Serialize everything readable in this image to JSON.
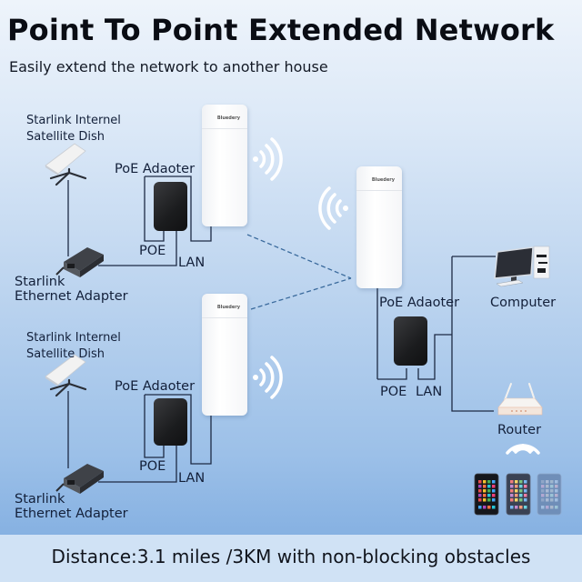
{
  "header": {
    "title": "Point To Point Extended Network",
    "subtitle": "Easily extend the network to another house"
  },
  "left_top": {
    "dish_label_line1": "Starlink Internel",
    "dish_label_line2": "Satellite Dish",
    "poe_adapter_label": "PoE Adaoter",
    "poe_port": "POE",
    "lan_port": "LAN",
    "ethernet_adapter_line1": "Starlink",
    "ethernet_adapter_line2": "Ethernet Adapter",
    "cpe_brand": "Bluedery"
  },
  "left_bottom": {
    "dish_label_line1": "Starlink Internel",
    "dish_label_line2": "Satellite Dish",
    "poe_adapter_label": "PoE Adaoter",
    "poe_port": "POE",
    "lan_port": "LAN",
    "ethernet_adapter_line1": "Starlink",
    "ethernet_adapter_line2": "Ethernet Adapter",
    "cpe_brand": "Bluedery"
  },
  "right": {
    "cpe_brand": "Bluedery",
    "poe_adapter_label": "PoE Adaoter",
    "poe_port": "POE",
    "lan_port": "LAN",
    "computer_label": "Computer",
    "router_label": "Router"
  },
  "footer": {
    "text": "Distance:3.1 miles /3KM with non-blocking obstacles"
  },
  "colors": {
    "wire": "#1d2a44",
    "link_dash": "#3a6a9c",
    "wifi_waves": "#ffffff"
  }
}
